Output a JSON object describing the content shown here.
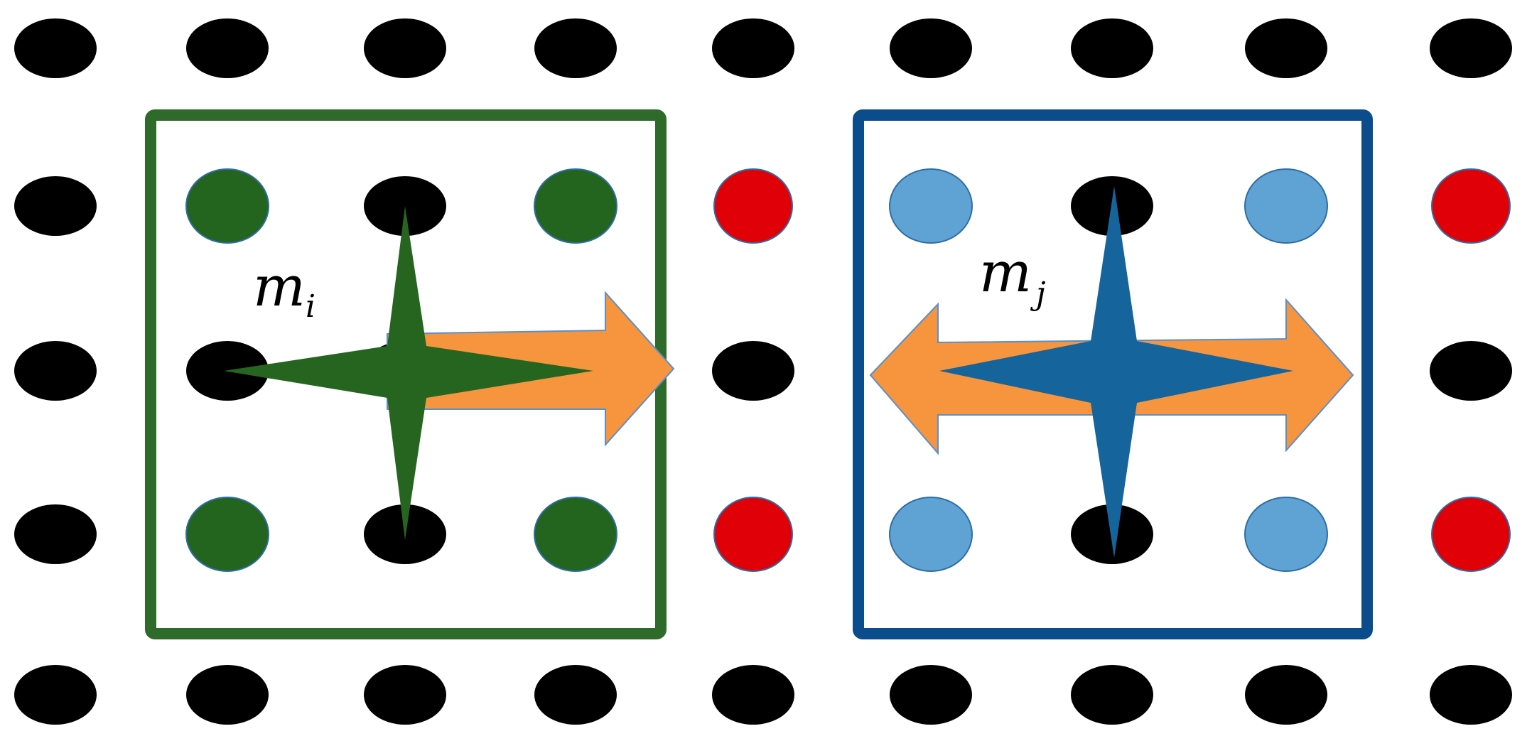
{
  "colors": {
    "background": "#ffffff",
    "lattice_dot": "#000000",
    "boundary_dot": "#e00008",
    "group_i_frame": "#2e6b2a",
    "group_i_dot": "#23641f",
    "group_i_star": "#26651f",
    "group_j_frame": "#0a4c8c",
    "group_j_dot": "#5fa3d5",
    "group_j_dot_outline": "#2e6da4",
    "group_j_star": "#16649c",
    "arrow_fill": "#f6953d",
    "arrow_outline": "#5b8fc9"
  },
  "labels": {
    "group_i": {
      "base": "m",
      "subscript": "i"
    },
    "group_j": {
      "base": "m",
      "subscript": "j"
    }
  },
  "lattice": {
    "columns": 9,
    "rows": 5,
    "dot_roles": [
      [
        "black",
        "black",
        "black",
        "black",
        "black",
        "black",
        "black",
        "black",
        "black"
      ],
      [
        "black",
        "green",
        "black",
        "green",
        "red",
        "light-blue",
        "black",
        "light-blue",
        "red"
      ],
      [
        "black",
        "black",
        "black",
        "black",
        "black",
        "black",
        "black",
        "black",
        "black"
      ],
      [
        "black",
        "green",
        "black",
        "green",
        "red",
        "light-blue",
        "black",
        "light-blue",
        "red"
      ],
      [
        "black",
        "black",
        "black",
        "black",
        "black",
        "black",
        "black",
        "black",
        "black"
      ]
    ]
  },
  "markers": {
    "group_i": {
      "star": "four-point-star",
      "arrows": [
        "right"
      ]
    },
    "group_j": {
      "star": "four-point-star",
      "arrows": [
        "left",
        "right"
      ]
    }
  }
}
